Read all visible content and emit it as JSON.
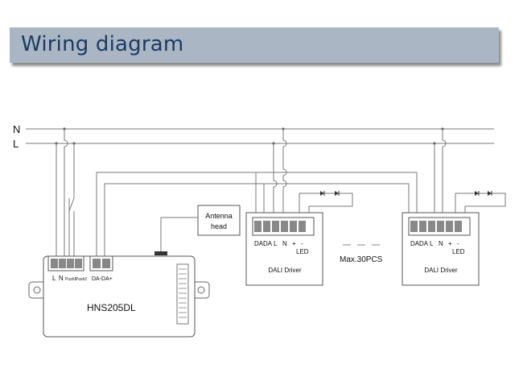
{
  "title": "Wiring diagram",
  "mains": {
    "neutral": "N",
    "live": "L"
  },
  "controller": {
    "model": "HNS205DL",
    "terminals": {
      "l": "L",
      "n": "N",
      "push1": "Push1",
      "push2": "Push2",
      "dali": "DA-DA+"
    }
  },
  "antenna": {
    "line1": "Antenna",
    "line2": "head"
  },
  "drivers": [
    {
      "name": "DALI Driver",
      "terminals": [
        "DA",
        "DA",
        "L",
        "N",
        "+",
        "-"
      ],
      "led": "LED"
    },
    {
      "name": "DALI Driver",
      "terminals": [
        "DA",
        "DA",
        "L",
        "N",
        "+",
        "-"
      ],
      "led": "LED"
    }
  ],
  "max_note": "Max.30PCS"
}
